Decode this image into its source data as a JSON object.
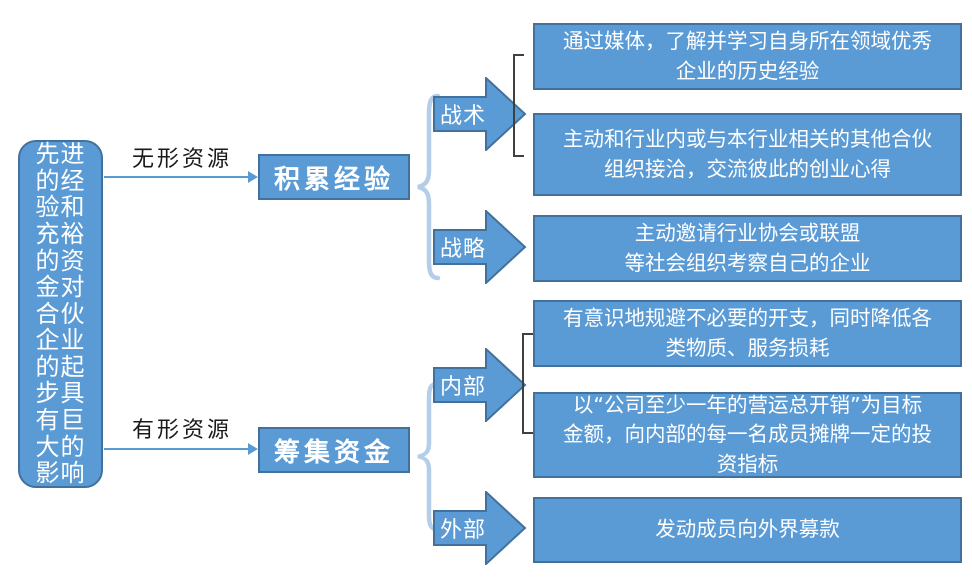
{
  "colors": {
    "shape_fill": "#5B9BD5",
    "shape_border": "#41719C",
    "brace": "#B4CDE9",
    "bracket": "#404040",
    "connector": "#5B9BD5",
    "box_text": "#FFFFFF",
    "label_text": "#1A1A1A",
    "background": "#FFFFFF"
  },
  "root_box": {
    "text": "先进\n的经\n验和\n充裕\n的资\n金对\n合伙\n企业\n的起\n步具\n有巨\n大的\n影响",
    "full_sentence": "先进的经验和充裕的资金对合伙企业的起步具有巨大的影响"
  },
  "branches": [
    {
      "resource_label": "无形资源",
      "node_label": "积累经验",
      "groups": [
        {
          "arrow_label": "战术",
          "boxes": [
            "通过媒体，了解并学习自身所在领域优秀\n企业的历史经验",
            "主动和行业内或与本行业相关的其他合伙\n组织接洽，交流彼此的创业心得"
          ]
        },
        {
          "arrow_label": "战略",
          "boxes": [
            "主动邀请行业协会或联盟\n等社会组织考察自己的企业"
          ]
        }
      ]
    },
    {
      "resource_label": "有形资源",
      "node_label": "筹集资金",
      "groups": [
        {
          "arrow_label": "内部",
          "boxes": [
            "有意识地规避不必要的开支，同时降低各\n类物质、服务损耗",
            "以“公司至少一年的营运总开销”为目标\n金额，向内部的每一名成员摊牌一定的投\n资指标"
          ]
        },
        {
          "arrow_label": "外部",
          "boxes": [
            "发动成员向外界募款"
          ]
        }
      ]
    }
  ]
}
